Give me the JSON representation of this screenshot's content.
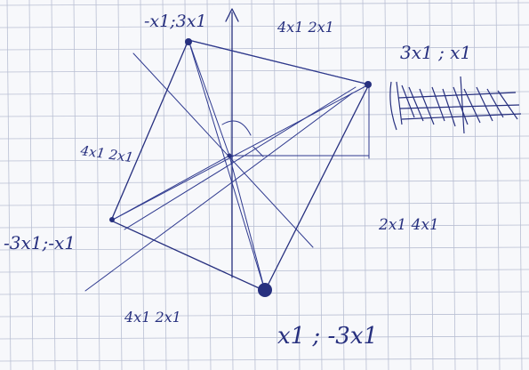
{
  "labels": {
    "top_point": "-x1;3x1",
    "top_dims": "4x1   2x1",
    "right_point": "3x1 ; x1",
    "left_dims": "4x1 2x1",
    "left_point": "-3x1;-x1",
    "right_dims": "2x1   4x1",
    "bottom_dims": "4x1   2x1",
    "bottom_point": "x1 ; -3x1"
  },
  "colors": {
    "paper": "#f7f8fb",
    "grid": "#b9bfd3",
    "ink": "#27307f"
  }
}
